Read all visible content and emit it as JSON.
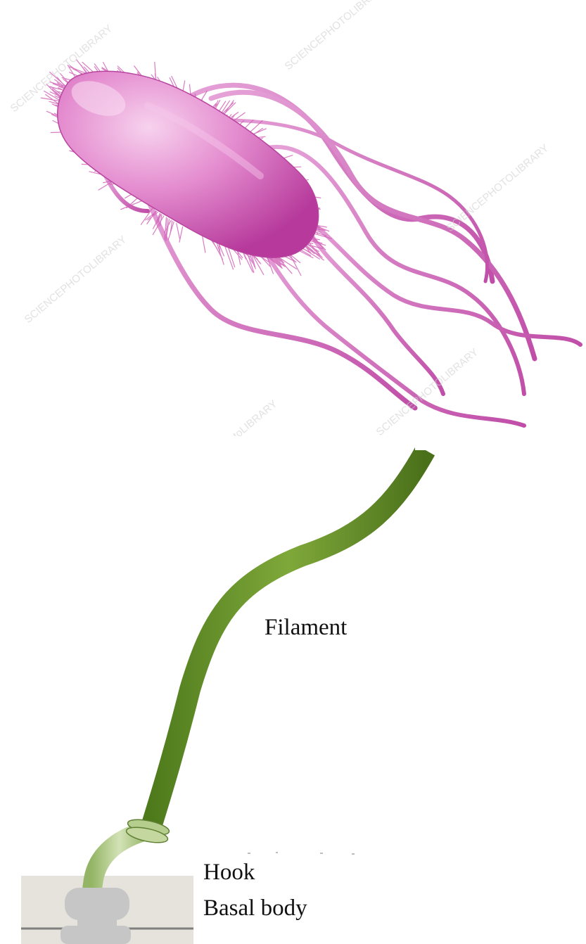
{
  "labels": {
    "filament": "Filament",
    "hook": "Hook",
    "basal_body": "Basal body"
  },
  "watermark": {
    "text": "SCIENCEPHOTOLIBRARY",
    "fragment": "otoLIBRARY"
  },
  "colors": {
    "bacterium": "#d45bb8",
    "bacterium_light": "#f0b8e2",
    "flagella": "#cc5cb6",
    "filament": "#6f9a2c",
    "filament_dark": "#4a701a",
    "hook": "#a9c57c",
    "hook_light": "#d3e2b6",
    "membrane": "#e6e3dc",
    "membrane_line": "#7f7f7f",
    "basal_body": "#c6c6c6"
  }
}
